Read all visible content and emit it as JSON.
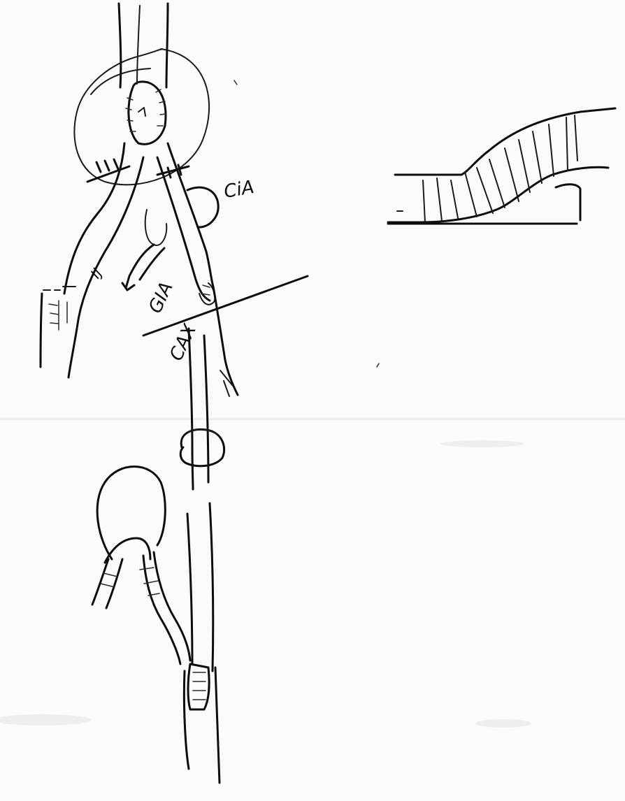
{
  "document": {
    "type": "hand-drawn surgical sketch on scanned paper"
  },
  "labels": {
    "cia": "CiA",
    "gia": "GIA",
    "cax": "CAX",
    "ij": "IJ"
  }
}
